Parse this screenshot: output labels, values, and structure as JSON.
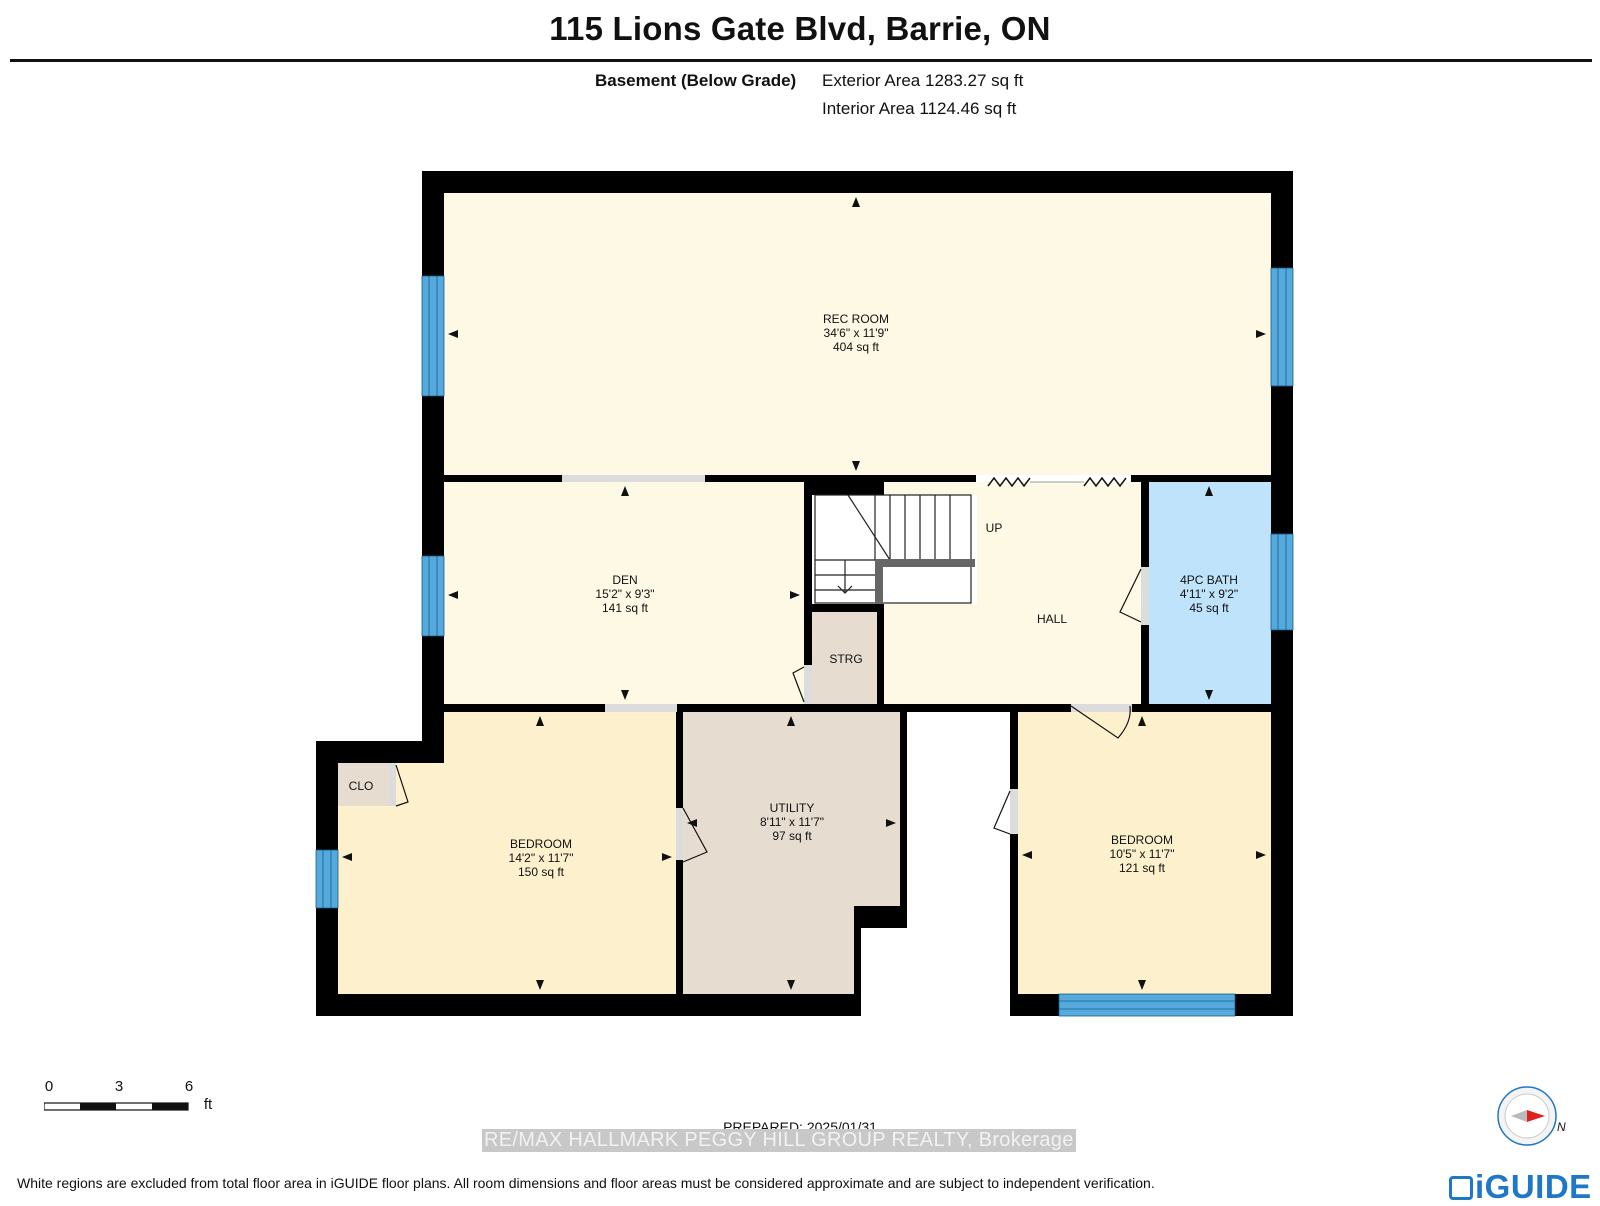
{
  "header": {
    "title": "115 Lions Gate Blvd, Barrie, ON",
    "floor_name": "Basement (Below Grade)",
    "exterior_area": "Exterior Area 1283.27 sq ft",
    "interior_area": "Interior Area 1124.46 sq ft"
  },
  "rooms": {
    "rec_room": {
      "name": "REC ROOM",
      "dims": "34'6\" x 11'9\"",
      "area": "404 sq ft"
    },
    "den": {
      "name": "DEN",
      "dims": "15'2\" x 9'3\"",
      "area": "141 sq ft"
    },
    "bath": {
      "name": "4PC BATH",
      "dims": "4'11\" x 9'2\"",
      "area": "45 sq ft"
    },
    "utility": {
      "name": "UTILITY",
      "dims": "8'11\" x 11'7\"",
      "area": "97 sq ft"
    },
    "bedroom_left": {
      "name": "BEDROOM",
      "dims": "14'2\" x 11'7\"",
      "area": "150 sq ft"
    },
    "bedroom_right": {
      "name": "BEDROOM",
      "dims": "10'5\" x 11'7\"",
      "area": "121 sq ft"
    }
  },
  "labels": {
    "hall": "HALL",
    "strg": "STRG",
    "clo": "CLO",
    "up": "UP"
  },
  "scale": {
    "t0": "0",
    "t3": "3",
    "t6": "6",
    "unit": "ft"
  },
  "footer": {
    "prepared": "PREPARED: 2025/01/31",
    "brokerage": "RE/MAX HALLMARK PEGGY HILL GROUP REALTY, Brokerage",
    "disclaimer": "White regions are excluded from total floor area in iGUIDE floor plans. All room dimensions and floor areas must be considered approximate and are subject to independent verification.",
    "logo": "iGUIDE",
    "compass_label": "N"
  },
  "colors": {
    "wall": "#000000",
    "rec_room": "#fdf9e4",
    "den": "#fdf9e4",
    "hall": "#fdf9e4",
    "bedroom": "#fdf1cd",
    "utility": "#e6ddd0",
    "strg": "#e6ddd0",
    "clo": "#e6ddd0",
    "bath": "#bfe3fb",
    "window": "#55aadd",
    "logo": "#1f77c8"
  }
}
